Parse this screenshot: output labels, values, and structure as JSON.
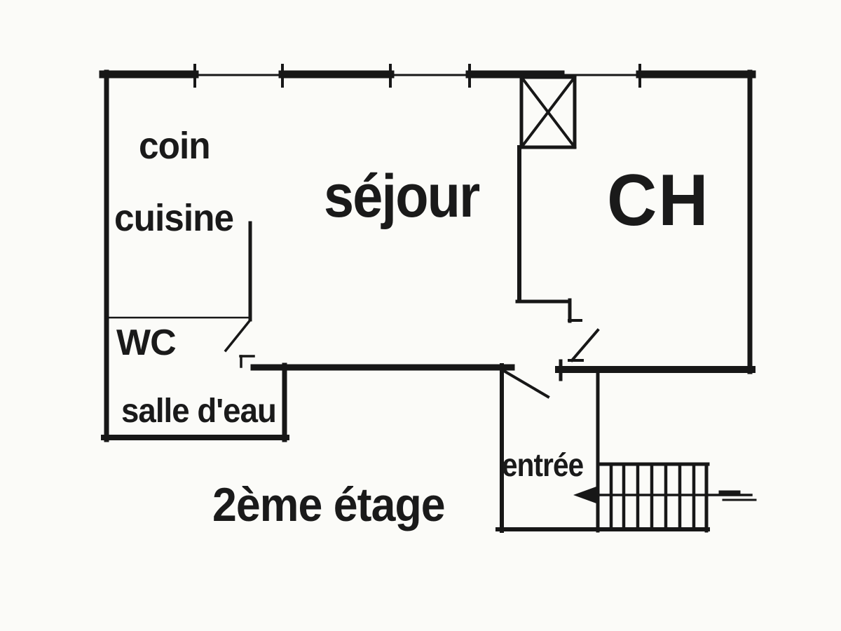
{
  "page": {
    "background_color": "#fbfbf8",
    "ink_color": "#171717"
  },
  "floor_plan": {
    "floor_label": "2ème étage",
    "rooms": {
      "coin_cuisine": {
        "line1": "coin",
        "line2": "cuisine"
      },
      "sejour": {
        "label": "séjour"
      },
      "chambre": {
        "label": "CH"
      },
      "wc": {
        "label": "WC"
      },
      "salle_eau": {
        "label": "salle d'eau"
      },
      "entree": {
        "label": "entrée"
      }
    },
    "symbols": {
      "shaft_icon": "crossed-box-duct",
      "window_marks_top_wall": 5,
      "staircase": {
        "treads": 8,
        "arrow_direction": "left"
      }
    }
  }
}
